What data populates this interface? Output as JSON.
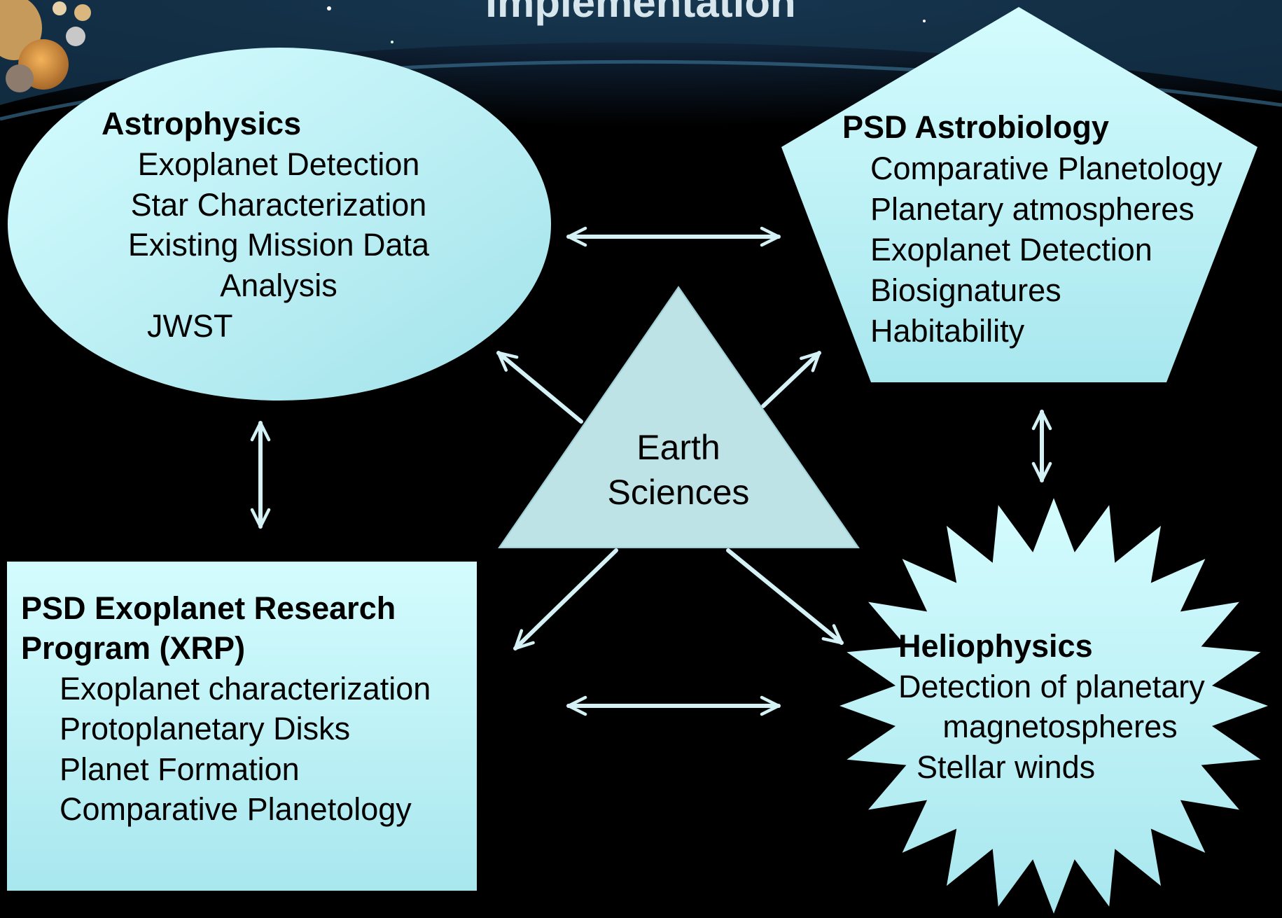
{
  "slide_title": "Implementation",
  "astrophysics": {
    "heading": "Astrophysics",
    "lines": [
      "Exoplanet Detection",
      "Star Characterization",
      "Existing Mission Data",
      "Analysis",
      "JWST"
    ]
  },
  "astrobiology": {
    "heading": "PSD Astrobiology",
    "lines": [
      "Comparative Planetology",
      "Planetary atmospheres",
      "Exoplanet Detection",
      "Biosignatures",
      "Habitability"
    ]
  },
  "earth_sciences": {
    "lines": [
      "Earth",
      "Sciences"
    ]
  },
  "xrp": {
    "heading_lines": [
      "PSD Exoplanet Research",
      "Program (XRP)"
    ],
    "lines": [
      "Exoplanet characterization",
      "Protoplanetary Disks",
      "Planet Formation",
      "Comparative Planetology"
    ]
  },
  "heliophysics": {
    "heading": "Heliophysics",
    "lines": [
      "Detection of planetary",
      "magnetospheres",
      "Stellar winds"
    ]
  },
  "colors": {
    "shape_fill_light": "#d2fbfd",
    "shape_fill_dark": "#a9e8ef",
    "triangle_fill": "#bde3e6",
    "arrow": "#d4f2f6",
    "background": "#000000"
  }
}
